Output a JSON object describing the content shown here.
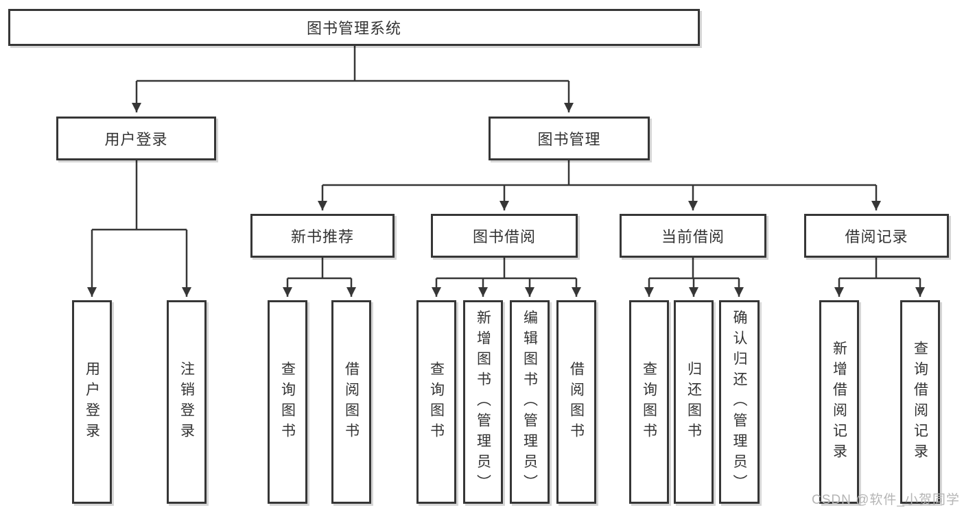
{
  "diagram_title": "图书管理系统",
  "tree": {
    "label": "图书管理系统",
    "children": [
      {
        "label": "用户登录",
        "children": [
          {
            "label": "用户登录"
          },
          {
            "label": "注销登录"
          }
        ]
      },
      {
        "label": "图书管理",
        "children": [
          {
            "label": "新书推荐",
            "children": [
              {
                "label": "查询图书"
              },
              {
                "label": "借阅图书"
              }
            ]
          },
          {
            "label": "图书借阅",
            "children": [
              {
                "label": "查询图书"
              },
              {
                "label": "新增图书（管理员）"
              },
              {
                "label": "编辑图书（管理员）"
              },
              {
                "label": "借阅图书"
              }
            ]
          },
          {
            "label": "当前借阅",
            "children": [
              {
                "label": "查询图书"
              },
              {
                "label": "归还图书"
              },
              {
                "label": "确认归还（管理员）"
              }
            ]
          },
          {
            "label": "借阅记录",
            "children": [
              {
                "label": "新增借阅记录"
              },
              {
                "label": "查询借阅记录"
              }
            ]
          }
        ]
      }
    ]
  },
  "watermark": {
    "text": "CSDN @软件_小贺同学"
  },
  "colors": {
    "line": "#363636",
    "text": "#333333",
    "background": "#ffffff",
    "watermark": "#b5b5b5"
  }
}
